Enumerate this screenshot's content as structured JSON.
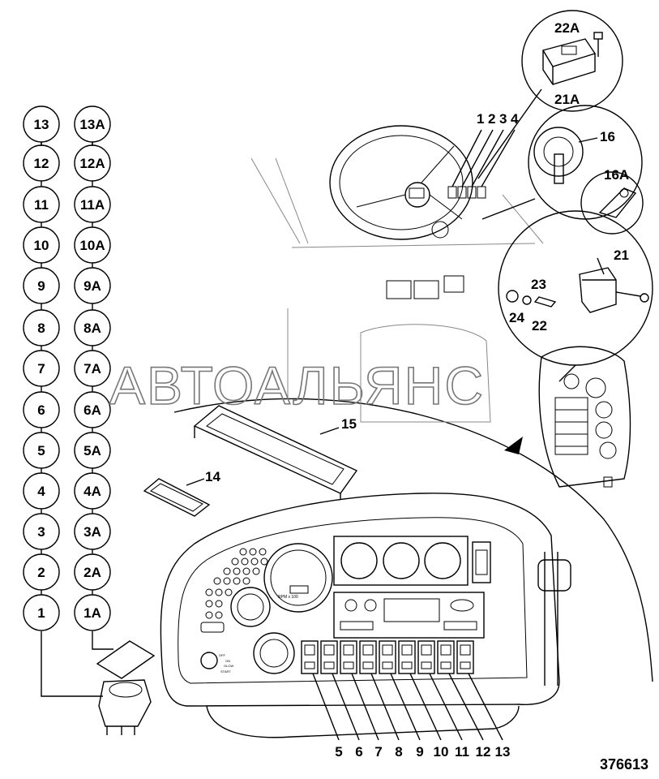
{
  "watermark": "АВТОАЛЬЯНС",
  "figure_number": "376613",
  "bubbles_left": [
    "13",
    "12",
    "11",
    "10",
    "9",
    "8",
    "7",
    "6",
    "5",
    "4",
    "3",
    "2",
    "1"
  ],
  "bubbles_right": [
    "13A",
    "12A",
    "11A",
    "10A",
    "9A",
    "8A",
    "7A",
    "6A",
    "5A",
    "4A",
    "3A",
    "2A",
    "1A"
  ],
  "callouts": {
    "steering": [
      "1",
      "2",
      "3",
      "4"
    ],
    "detail_top": [
      "22A",
      "21A"
    ],
    "detail_key": [
      "16",
      "16A"
    ],
    "detail_box": [
      "21",
      "23",
      "24",
      "22"
    ],
    "panels": [
      "15",
      "14"
    ],
    "switches": [
      "5",
      "6",
      "7",
      "8",
      "9",
      "10",
      "11",
      "12",
      "13"
    ]
  },
  "gauge_text": {
    "tacho": "RPM x 100",
    "key": [
      "OFF",
      "ON",
      "GLOW",
      "START"
    ]
  }
}
